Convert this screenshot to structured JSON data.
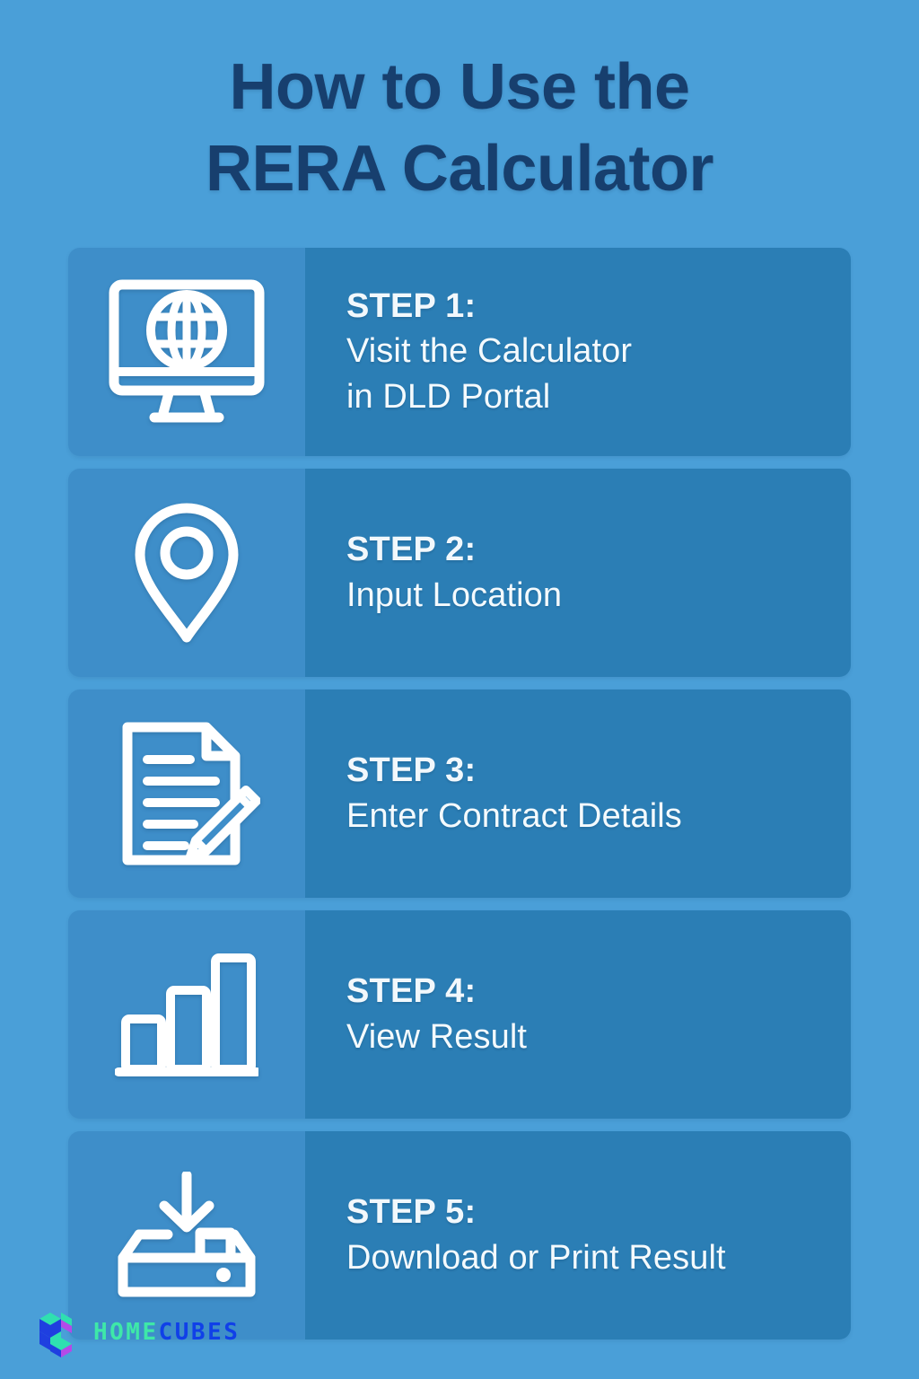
{
  "page": {
    "background_color": "#4a9fd8",
    "title_color": "#173f6e",
    "card_icon_panel_color": "#3e8ec9",
    "card_text_panel_color": "#2b7eb5",
    "card_text_color": "#f2f8fc"
  },
  "title": {
    "line1": "How to Use the",
    "line2": "RERA Calculator",
    "full": "How to Use the RERA Calculator"
  },
  "steps": [
    {
      "label": "STEP 1:",
      "desc_line1": "Visit the Calculator",
      "desc_line2": "in DLD Portal",
      "desc": "Visit the Calculator in DLD Portal",
      "icon": "monitor-globe-icon"
    },
    {
      "label": "STEP 2:",
      "desc_line1": "Input Location",
      "desc_line2": "",
      "desc": "Input Location",
      "icon": "location-pin-icon"
    },
    {
      "label": "STEP 3:",
      "desc_line1": "Enter Contract Details",
      "desc_line2": "",
      "desc": "Enter Contract Details",
      "icon": "document-pencil-icon"
    },
    {
      "label": "STEP 4:",
      "desc_line1": "View Result",
      "desc_line2": "",
      "desc": "View Result",
      "icon": "bar-chart-icon"
    },
    {
      "label": "STEP 5:",
      "desc_line1": "Download or Print Result",
      "desc_line2": "",
      "desc": "Download or Print Result",
      "icon": "download-tray-icon"
    }
  ],
  "logo": {
    "word_primary": "HOME",
    "word_secondary": "CUBES",
    "color_primary": "#3ee8a8",
    "color_secondary": "#1040e8",
    "mark_colors": [
      "#1f3fe0",
      "#2fe0b0",
      "#b44ae8"
    ]
  }
}
